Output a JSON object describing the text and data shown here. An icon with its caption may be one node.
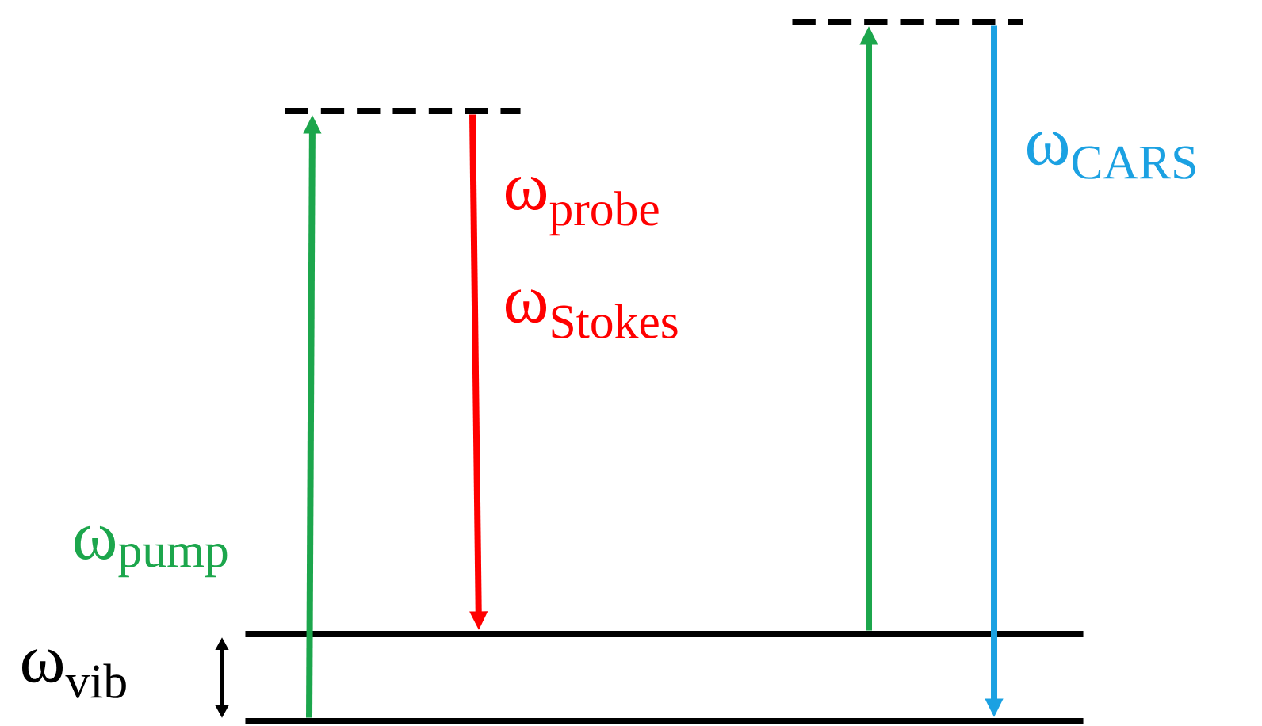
{
  "diagram": {
    "nodes": [
      {
        "text": [],
        "shape": "line"
      },
      {
        "text": [],
        "shape": "line"
      },
      {
        "text": [],
        "shape": "line"
      },
      {
        "text": [],
        "shape": "line"
      }
    ],
    "edges": [
      {
        "from": 0,
        "to": 2,
        "arrow": "to",
        "color": "#1ca64c"
      },
      {
        "from": 2,
        "to": 1,
        "arrow": "to",
        "color": "#ff0000"
      },
      {
        "from": 1,
        "to": 3,
        "arrow": "to",
        "color": "#1ca64c"
      },
      {
        "from": 3,
        "to": 0,
        "arrow": "to",
        "color": "#1ba1e2"
      }
    ],
    "labels": [
      "ω$_{probe}$",
      "ω$_{Stokes}$",
      "ω$_{CARS}$",
      "ω$_{pump}$",
      "ω$_{vib}$"
    ]
  }
}
